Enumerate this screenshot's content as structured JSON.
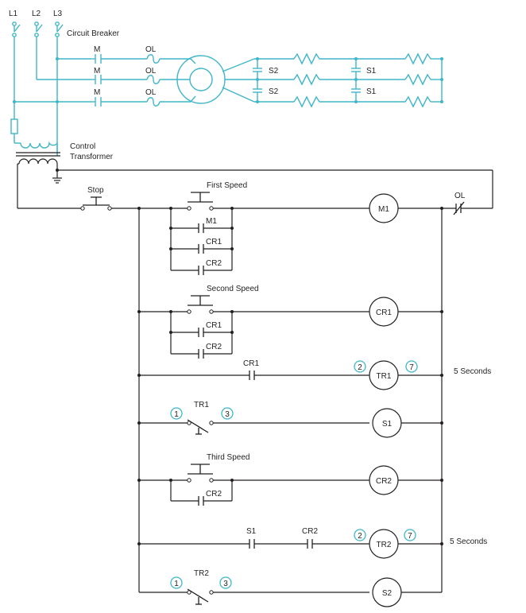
{
  "lines": [
    "L1",
    "L2",
    "L3"
  ],
  "circuit_breaker": "Circuit Breaker",
  "power": {
    "m": "M",
    "ol": "OL",
    "s2": "S2",
    "s1": "S1"
  },
  "transformer": [
    "Control",
    "Transformer"
  ],
  "stop": "Stop",
  "overload": "OL",
  "rungs": {
    "first_speed": "First Speed",
    "second_speed": "Second Speed",
    "third_speed": "Third Speed",
    "m1_contact": "M1",
    "cr1_contact": "CR1",
    "cr2_contact": "CR2",
    "s1_contact": "S1",
    "tr1": "TR1",
    "tr2": "TR2",
    "five_seconds": "5 Seconds"
  },
  "coils": {
    "m1": "M1",
    "cr1": "CR1",
    "tr1": "TR1",
    "s1": "S1",
    "cr2": "CR2",
    "tr2": "TR2",
    "s2": "S2"
  },
  "pins": {
    "one": "1",
    "two": "2",
    "three": "3",
    "seven": "7"
  },
  "colors": {
    "power_circuit": "#3fb6c9",
    "control_wiring": "#231f20"
  }
}
